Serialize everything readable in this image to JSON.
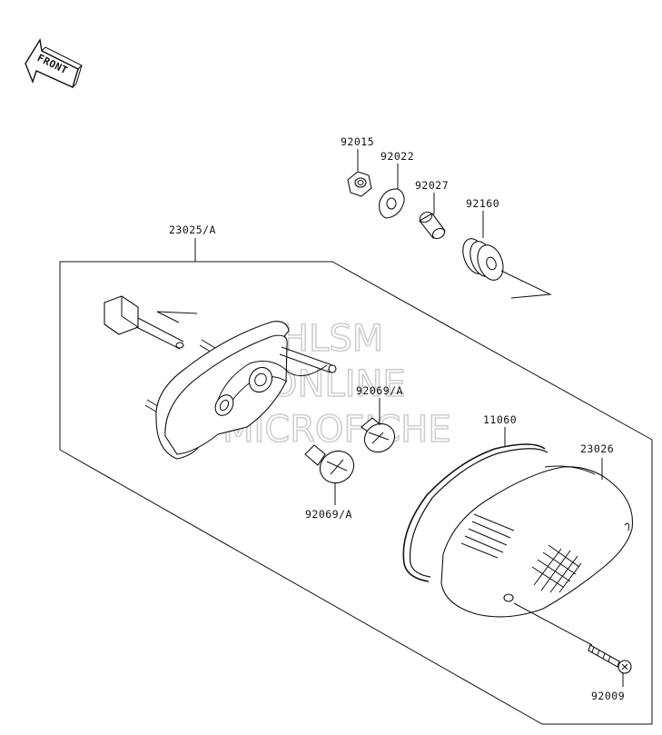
{
  "front_arrow": {
    "text": "FRONT",
    "icon": "front-arrow-icon"
  },
  "watermark": {
    "line1": "HLSM",
    "line2": "ONLINE",
    "line3": "MICROFICHE"
  },
  "callouts": {
    "p92015": "92015",
    "p92022": "92022",
    "p92027": "92027",
    "p92160": "92160",
    "p23025": "23025/A",
    "p92069_upper": "92069/A",
    "p92069_lower": "92069/A",
    "p11060": "11060",
    "p23026": "23026",
    "p92009": "92009"
  }
}
